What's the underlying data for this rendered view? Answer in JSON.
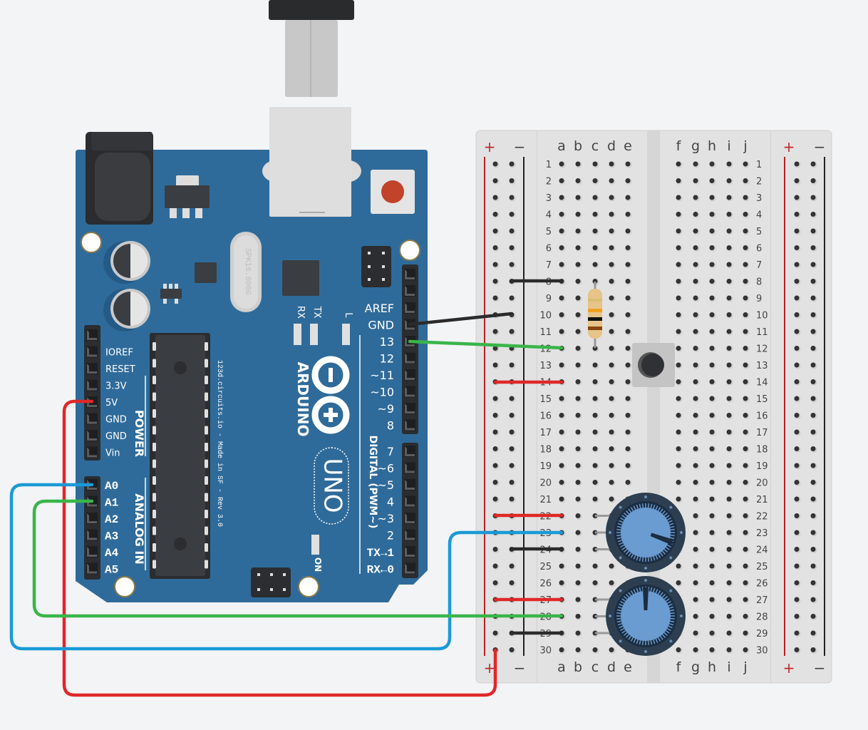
{
  "usb_cable": {
    "name": "USB cable"
  },
  "arduino": {
    "brand": "ARDUINO",
    "model": "UNO",
    "credit": "123d.circuits.io - Made in SF - Rev 3.0",
    "crystal": "SPK16.000G",
    "colors": {
      "board": "#2f6b9a",
      "header": "#2b2d30",
      "chip": "#3a3d41",
      "reset": "#c0432a"
    },
    "led_labels": [
      "RX",
      "TX",
      "L"
    ],
    "on_label": "ON",
    "power_section_label": "POWER",
    "analog_section_label": "ANALOG IN",
    "digital_section_label": "DIGITAL (PWM~)",
    "power_pins": [
      "IOREF",
      "RESET",
      "3.3V",
      "5V",
      "GND",
      "GND",
      "Vin"
    ],
    "analog_pins": [
      "A0",
      "A1",
      "A2",
      "A3",
      "A4",
      "A5"
    ],
    "digital_pins_upper": [
      "AREF",
      "GND",
      "13",
      "12",
      "~11",
      "~10",
      "~9",
      "8"
    ],
    "digital_pins_lower": [
      "7",
      "~6",
      "~5",
      "4",
      "~3",
      "2",
      "TX→1",
      "RX←0"
    ]
  },
  "breadboard": {
    "cols_left": [
      "a",
      "b",
      "c",
      "d",
      "e"
    ],
    "cols_right": [
      "f",
      "g",
      "h",
      "i",
      "j"
    ],
    "rows": 30,
    "rail_plus": "+",
    "rail_minus": "−",
    "colors": {
      "body": "#e2e2e2",
      "plus_line": "#b22222",
      "minus_line": "#222222"
    }
  },
  "components": {
    "resistor": {
      "name": "resistor",
      "bands": [
        "#f0a020",
        "#111111",
        "#8a4510"
      ],
      "from_row": 8,
      "to_row": 12,
      "column": "c"
    },
    "pushbutton": {
      "name": "pushbutton",
      "rows": [
        12,
        14
      ]
    },
    "potentiometers": [
      {
        "name": "potentiometer-1",
        "rows": [
          22,
          23,
          24
        ],
        "angle_deg": 110
      },
      {
        "name": "potentiometer-2",
        "rows": [
          27,
          28,
          29
        ],
        "angle_deg": 0
      }
    ]
  },
  "wires": [
    {
      "name": "gnd-to-rail",
      "color": "#2b2b2b",
      "from": "GND",
      "to": "minus rail row 10"
    },
    {
      "name": "pin13-to-row12",
      "color": "#3ab54a",
      "from": "13",
      "to": "a12"
    },
    {
      "name": "5v-to-plus-rail",
      "color": "#e02828",
      "from": "5V",
      "to": "plus rail row 30"
    },
    {
      "name": "a0-to-row23",
      "color": "#1a9ad6",
      "from": "A0",
      "to": "a23"
    },
    {
      "name": "a1-to-row28",
      "color": "#3ab54a",
      "from": "A1",
      "to": "a28"
    },
    {
      "name": "rail-row8",
      "color": "#2b2b2b",
      "from": "minus rail",
      "to": "a8"
    },
    {
      "name": "rail-row14",
      "color": "#e02828",
      "from": "plus rail",
      "to": "a14"
    },
    {
      "name": "rail-row22",
      "color": "#e02828",
      "from": "plus rail",
      "to": "a22"
    },
    {
      "name": "rail-row24",
      "color": "#2b2b2b",
      "from": "minus rail",
      "to": "a24"
    },
    {
      "name": "rail-row27",
      "color": "#e02828",
      "from": "plus rail",
      "to": "a27"
    },
    {
      "name": "rail-row29",
      "color": "#2b2b2b",
      "from": "minus rail",
      "to": "a29"
    }
  ]
}
